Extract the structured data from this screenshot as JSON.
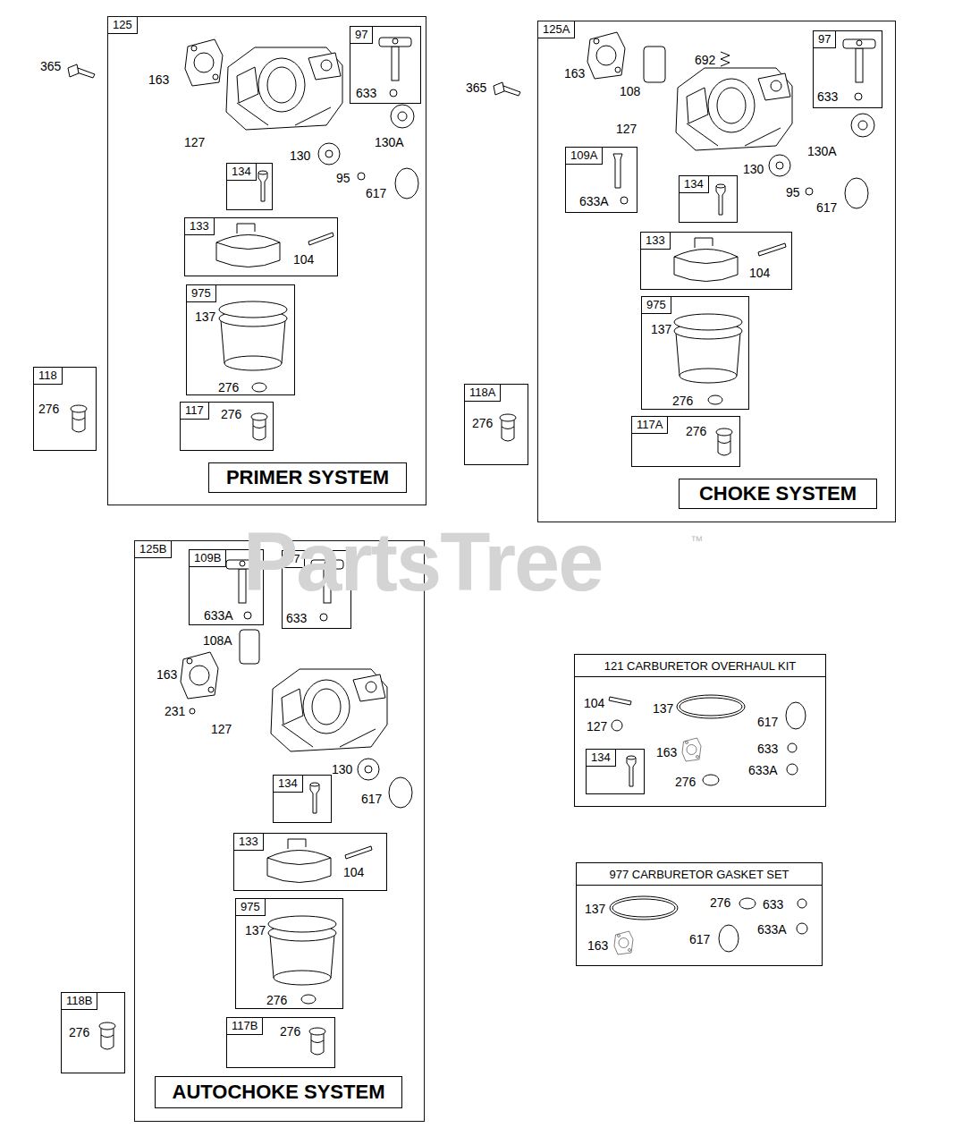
{
  "diagram": {
    "nodes": [
      {
        "text": [
          "125",
          "163",
          "127",
          "130",
          "130A",
          "95",
          "617"
        ]
      },
      {
        "text": [
          "97",
          "633"
        ],
        "in": 0
      },
      {
        "text": [
          "134"
        ],
        "in": 0
      },
      {
        "text": [
          "133",
          "104"
        ],
        "in": 0
      },
      {
        "text": [
          "975",
          "137",
          "276"
        ],
        "in": 0
      },
      {
        "text": [
          "117",
          "276"
        ],
        "in": 0
      },
      {
        "text": [
          "PRIMER SYSTEM"
        ],
        "in": 0
      },
      {
        "text": [
          "118",
          "276"
        ]
      },
      {
        "text": [
          "125A",
          "163",
          "108",
          "692",
          "127",
          "130",
          "130A",
          "95",
          "617"
        ]
      },
      {
        "text": [
          "97",
          "633"
        ],
        "in": 8
      },
      {
        "text": [
          "109A",
          "633A"
        ],
        "in": 8
      },
      {
        "text": [
          "134"
        ],
        "in": 8
      },
      {
        "text": [
          "133",
          "104"
        ],
        "in": 8
      },
      {
        "text": [
          "975",
          "137",
          "276"
        ],
        "in": 8
      },
      {
        "text": [
          "117A",
          "276"
        ],
        "in": 8
      },
      {
        "text": [
          "CHOKE SYSTEM"
        ],
        "in": 8
      },
      {
        "text": [
          "118A",
          "276"
        ]
      },
      {
        "text": [
          "125B",
          "163",
          "108A",
          "231",
          "127",
          "130",
          "617"
        ]
      },
      {
        "text": [
          "109B",
          "633A"
        ],
        "in": 17
      },
      {
        "text": [
          "97",
          "633"
        ],
        "in": 17
      },
      {
        "text": [
          "134"
        ],
        "in": 17
      },
      {
        "text": [
          "133",
          "104"
        ],
        "in": 17
      },
      {
        "text": [
          "975",
          "137",
          "276"
        ],
        "in": 17
      },
      {
        "text": [
          "117B",
          "276"
        ],
        "in": 17
      },
      {
        "text": [
          "AUTOCHOKE SYSTEM"
        ],
        "in": 17
      },
      {
        "text": [
          "118B",
          "276"
        ]
      },
      {
        "text": [
          "121 CARBURETOR OVERHAUL KIT",
          "104",
          "127",
          "137",
          "617",
          "163",
          "633",
          "633A",
          "276"
        ]
      },
      {
        "text": [
          "134"
        ],
        "in": 26
      },
      {
        "text": [
          "977 CARBURETOR GASKET SET",
          "137",
          "276",
          "633",
          "163",
          "617",
          "633A"
        ]
      }
    ],
    "labels": [
      "365",
      "365",
      "PartsTree",
      "™"
    ]
  }
}
